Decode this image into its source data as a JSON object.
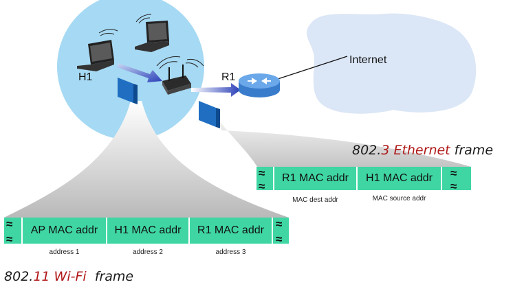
{
  "labels": {
    "host": "H1",
    "router": "R1",
    "internet": "Internet"
  },
  "ethernet_frame": {
    "title_prefix": "802.",
    "title_highlight": "3 Ethernet",
    "title_suffix": " frame",
    "fields": [
      "R1 MAC addr",
      "H1 MAC addr"
    ],
    "captions": [
      "MAC dest addr",
      "MAC source addr"
    ]
  },
  "wifi_frame": {
    "title_prefix": "802.",
    "title_highlight": "11 Wi-Fi",
    "title_suffix": "  frame",
    "fields": [
      "AP MAC addr",
      "H1 MAC addr",
      "R1 MAC addr"
    ],
    "captions": [
      "address 1",
      "address 2",
      "address 3"
    ]
  },
  "colors": {
    "frame_fill": "#3fd6a3",
    "wireless_cell": "#a6d9f3",
    "cloud": "#dbe6f6",
    "router": "#4a8fd8",
    "title_highlight": "#b01818"
  }
}
